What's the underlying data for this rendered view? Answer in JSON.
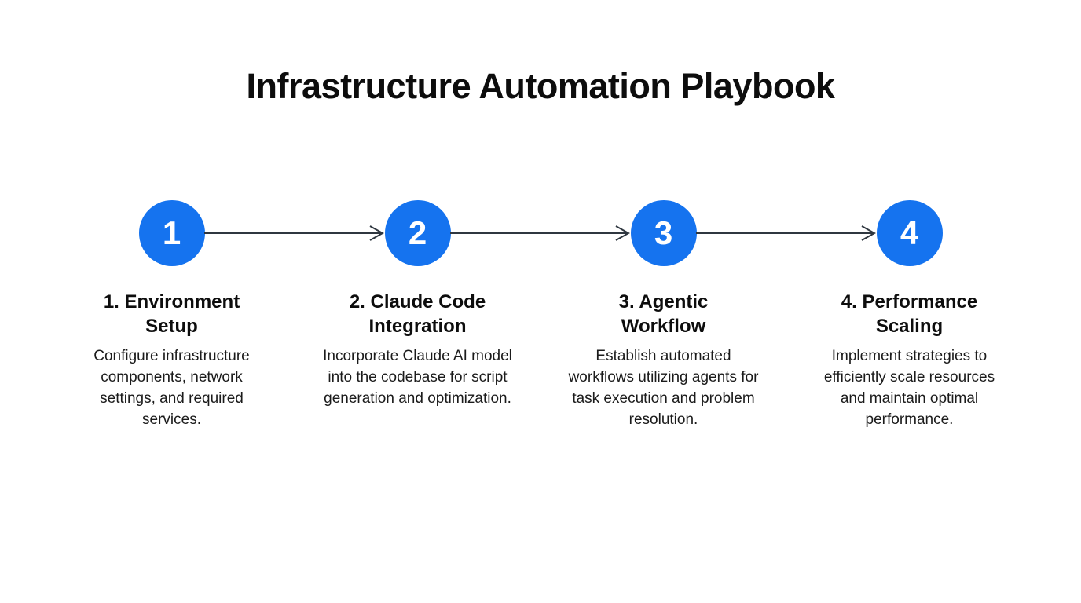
{
  "page": {
    "title": "Infrastructure Automation Playbook"
  },
  "colors": {
    "accent": "#1573ef",
    "arrow": "#2f3740",
    "heading": "#0d0d0d",
    "body_text": "#1b1b1b"
  },
  "steps": [
    {
      "number": "1",
      "title": "1. Environment Setup",
      "description": "Configure infrastructure components, network settings, and required services."
    },
    {
      "number": "2",
      "title": "2. Claude Code Integration",
      "description": "Incorporate Claude AI model into the codebase for script generation and optimization."
    },
    {
      "number": "3",
      "title": "3. Agentic Workflow",
      "description": "Establish automated workflows utilizing agents for task execution and problem resolution."
    },
    {
      "number": "4",
      "title": "4. Performance Scaling",
      "description": "Implement strategies to efficiently scale resources and maintain optimal performance."
    }
  ]
}
